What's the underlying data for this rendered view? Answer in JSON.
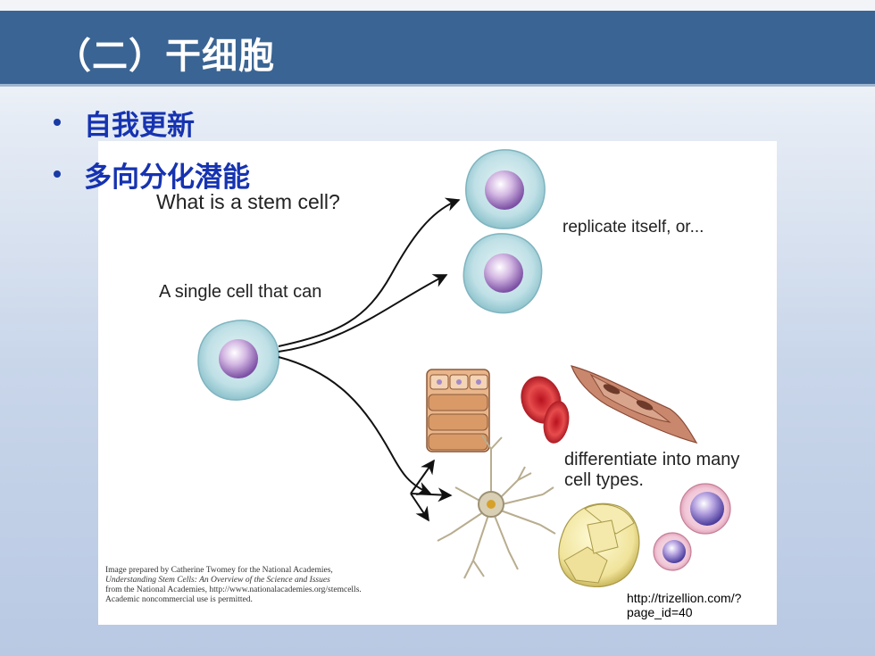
{
  "slide": {
    "title": "（二）干细胞",
    "bullets": [
      {
        "label": "自我更新"
      },
      {
        "label": "多向分化潜能"
      }
    ]
  },
  "figure": {
    "question": "What is a stem cell?",
    "single_cell": "A single cell that can",
    "replicate": "replicate itself, or...",
    "differentiate_line1": "differentiate into many",
    "differentiate_line2": "cell types.",
    "credit": [
      "Image prepared by Catherine Twomey for the National Academies,",
      "Understanding Stem Cells: An Overview of the Science and Issues",
      "from the National Academies, http://www.nationalacademies.org/stemcells.",
      "Academic noncommercial use is permitted."
    ],
    "source_url": "http://trizellion.com/?page_id=40"
  },
  "colors": {
    "title_bar": "#3a6493",
    "bullet_text": "#1633b0",
    "stem_cell_body": "#bfe0e6",
    "nucleus": "#8a5fb0"
  }
}
